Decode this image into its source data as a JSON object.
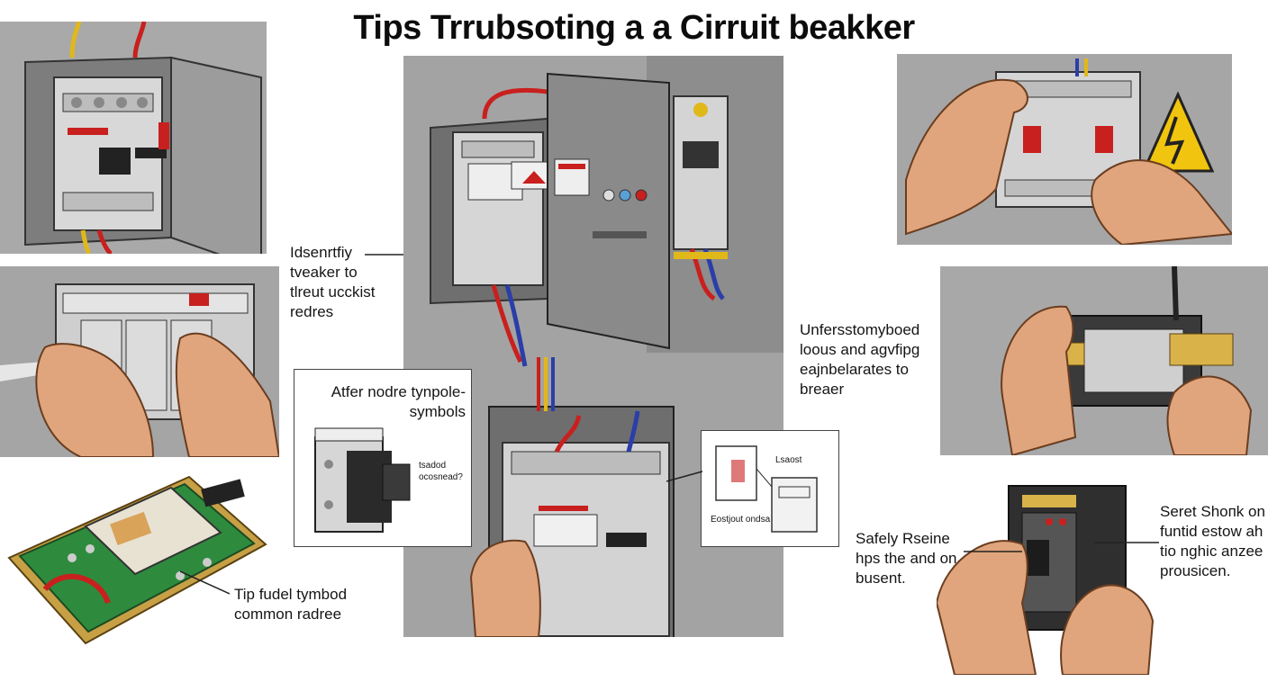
{
  "title": "Tips Trrubsoting a a Cirruit beakker",
  "captions": {
    "identify": [
      "Idsenrtfiy",
      "tveaker to",
      "tlreut ucckist",
      "redres"
    ],
    "after_node": [
      "Atfer nodre tynpole-",
      "symbols"
    ],
    "after_node_small": [
      "tsadod",
      "ocosnead?"
    ],
    "tip_fuel": [
      "Tip fudel tymbod",
      "common radree"
    ],
    "small_box_top": "Lsaost",
    "small_box_bottom": "Eostjout ondsa",
    "understand": [
      "Unfersstomybоed",
      "loous and agvfipg",
      "eajnbelarates to",
      "breaer"
    ],
    "safely": [
      "Safely Rseine",
      "hps the and on",
      "busent."
    ],
    "reset": [
      "Seret Shoпk on",
      "funtid estow ah",
      "tio nghic anzee",
      "prousicen."
    ]
  },
  "colors": {
    "wall": "#a7a7a7",
    "panel_gray": "#8f8f8f",
    "breaker_body": "#d9d9d9",
    "wire_red": "#c8201e",
    "wire_yellow": "#e0b81a",
    "wire_blue": "#2b3ea8",
    "skin": "#e0a57c",
    "warning_yellow": "#f1c40f",
    "board_green": "#2e8b3e"
  }
}
